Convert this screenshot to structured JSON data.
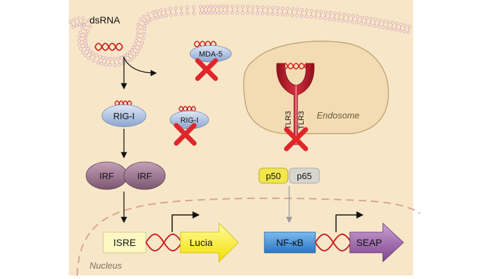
{
  "labels": {
    "dsrna": "dsRNA",
    "mda5": "MDA-5",
    "rigi_active": "RIG-I",
    "rigi_inactive": "RIG-I",
    "irf_left": "IRF",
    "irf_right": "IRF",
    "tlr3_left": "TLR3",
    "tlr3_right": "TLR3",
    "endosome": "Endosome",
    "p50": "p50",
    "p65": "p65",
    "isre": "ISRE",
    "lucia": "Lucia",
    "nfkb": "NF-κB",
    "seap": "SEAP",
    "nucleus": "Nucleus"
  },
  "colors": {
    "background": "#f7e7c8",
    "membrane": "#d9a8a8",
    "endosome_fill": "#f3dcb4",
    "endosome_stroke": "#b59a6a",
    "rna": "#cc1f1f",
    "rig_fill": "#b9cbe8",
    "irf_fill": "#a87c98",
    "tlr3": "#c21a2a",
    "cross": "#e0262b",
    "p50": "#f1e64c",
    "p65": "#d7d5d0",
    "isre": "#fdf7c4",
    "lucia": "#fff12a",
    "nfkb": "#3f8fd6",
    "seap": "#9c5ea8",
    "nucleus_stroke": "#d8a19b"
  }
}
